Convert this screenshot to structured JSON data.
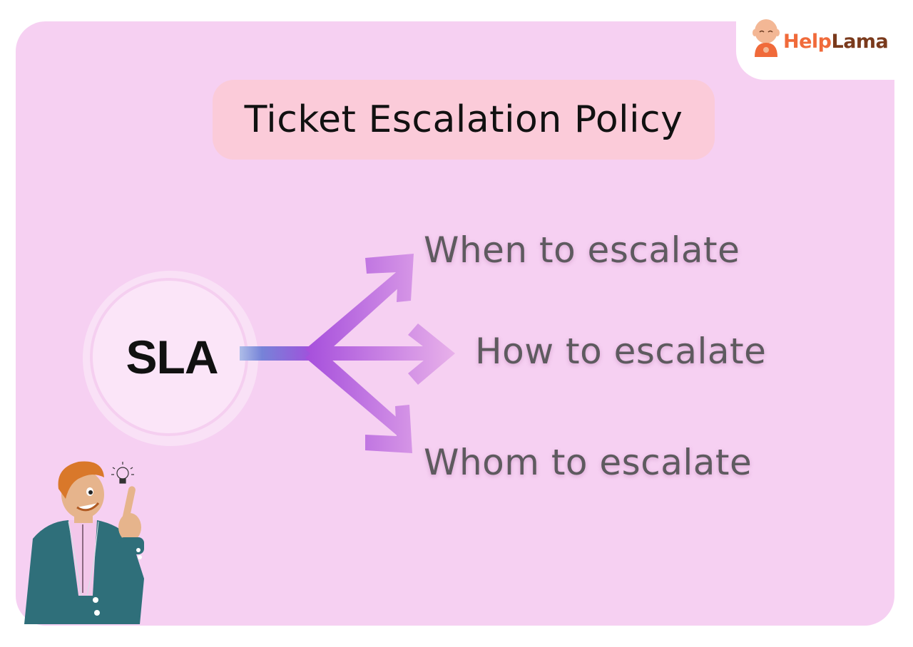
{
  "brand": {
    "logo_part1": "Help",
    "logo_part2": "Lama",
    "colors": {
      "primary": "#f06a3a",
      "secondary": "#7a3a1c"
    }
  },
  "header": {
    "title": "Ticket Escalation Policy"
  },
  "diagram": {
    "center_node": "SLA",
    "branches": [
      {
        "label": "When to escalate"
      },
      {
        "label": "How to escalate"
      },
      {
        "label": "Whom to escalate"
      }
    ],
    "colors": {
      "background": "#f6d0f2",
      "title_box": "#fbcbd9",
      "arrow_start": "#7b86d9",
      "arrow_mid": "#a64fdc",
      "arrow_end": "#e3a6e6",
      "text": "#5e5a5f"
    }
  },
  "illustration": {
    "subject": "man-pointing-up-with-lightbulb"
  }
}
